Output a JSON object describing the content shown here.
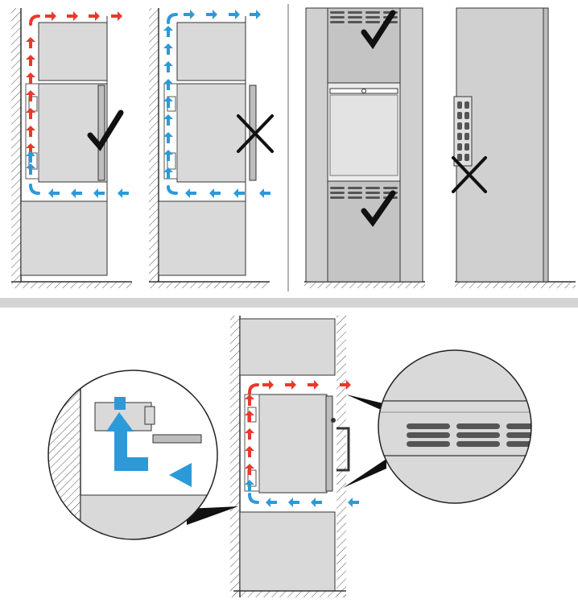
{
  "colors": {
    "hot_air": "#e8392c",
    "cool_air": "#2c9ad8",
    "cabinet": "#d9d9d9",
    "cabinet_dark": "#bdbdbd",
    "line": "#333333",
    "band": "#d4d4d4",
    "white": "#ffffff"
  },
  "panels": [
    {
      "id": "airflow-correct",
      "verdict": "check"
    },
    {
      "id": "airflow-blocked",
      "verdict": "cross"
    },
    {
      "id": "front-vents-correct",
      "verdict": "check"
    },
    {
      "id": "side-vents-incorrect",
      "verdict": "cross"
    }
  ],
  "icons": {
    "check": "check-icon",
    "cross": "cross-icon",
    "arrow": "airflow-arrow-icon",
    "magnifier": "magnifier-detail-icon"
  }
}
